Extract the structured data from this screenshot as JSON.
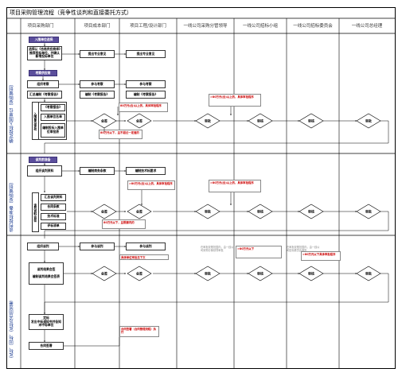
{
  "title": "项目采购管理流程（竞争性谈判和直接委托方式）",
  "columns": [
    "项目采购部门",
    "项目成本部门",
    "项目工程/设计部门",
    "一线公司采购分管领导",
    "一线公司招标小组",
    "一线公司招标委员会",
    "一线公司总经理"
  ],
  "lanes": [
    "确定投标入围单位（采购策划）",
    "谈判投标准备（采购策划）",
    "定标、回标、定标及合同签署"
  ],
  "lane1": {
    "header": "入围单位选择",
    "select_box": "选择认《合格供应商库》推荐投标单位，并确认新增投标单位",
    "cost_opinion": "提出专业意见",
    "eng_opinion": "提出专业意见",
    "sub_header": "考察供应商",
    "org_inspect": "组织考察",
    "join_inspect_1": "参与考察",
    "join_inspect_2": "参与考察",
    "summary_report": "汇总编制《考察报告》",
    "compile_report_1": "编制《考察报告》",
    "compile_report_2": "编制《考察报告》",
    "vertical_label": "入围单位审批",
    "approval_form": "《考察报告》",
    "confirm_list": "入围单位名单",
    "compile_table": "编制投标入围单位审批表",
    "note_a": "80万元(含)以上的，具体审批程序",
    "note_b": "80万元以下，且不超过一定值的",
    "note_c": ">80万元(含)以上的，具体审批程序",
    "reviews": [
      "会签",
      "会签",
      "审批",
      "审核",
      "审核",
      "审批"
    ]
  },
  "lane2": {
    "header": "谈判前准备",
    "prepare": "组织谈判资料",
    "cost_prepare": "编制商务条款",
    "tech_prepare": "编制技术标要求",
    "vertical_label": "谈判资料会签",
    "items": [
      "汇总谈判资料",
      "合同条款",
      "技术标准",
      "评标清单"
    ],
    "note_a": ">80万元(含)以上的，具体审批程序",
    "note_b": "80万元以下，且限额内的",
    "note_c": ">80万元(含)以上的，具体审批程序",
    "reviews": [
      "会签",
      "会签",
      "审批",
      "审核",
      "审核",
      "审批"
    ]
  },
  "lane3": {
    "negotiate": "组织谈判",
    "join_negotiate_1": "参与谈判",
    "join_negotiate_2": "参与谈判",
    "note_a": "具体单位审批见下文",
    "review_box": "谈判结果会签",
    "compile_result": "编制谈判结果会签表",
    "note_b": ">80万元以下",
    "note_c": ">80万元以下具体审批程序",
    "fixed": "定标",
    "notify": "发出中标通知书并告知未中标单位",
    "sign": "合同签署",
    "contract_note": "合同签署（合同管理流程）执行",
    "faint_a": "在审批权限范围内，由一线公司采购分管领导审批",
    "faint_b": "在审批权限范围内，由一线公司招标委员会审批",
    "reviews": [
      "会签",
      "会签",
      "审批",
      "审核",
      "审核",
      "审批"
    ]
  }
}
